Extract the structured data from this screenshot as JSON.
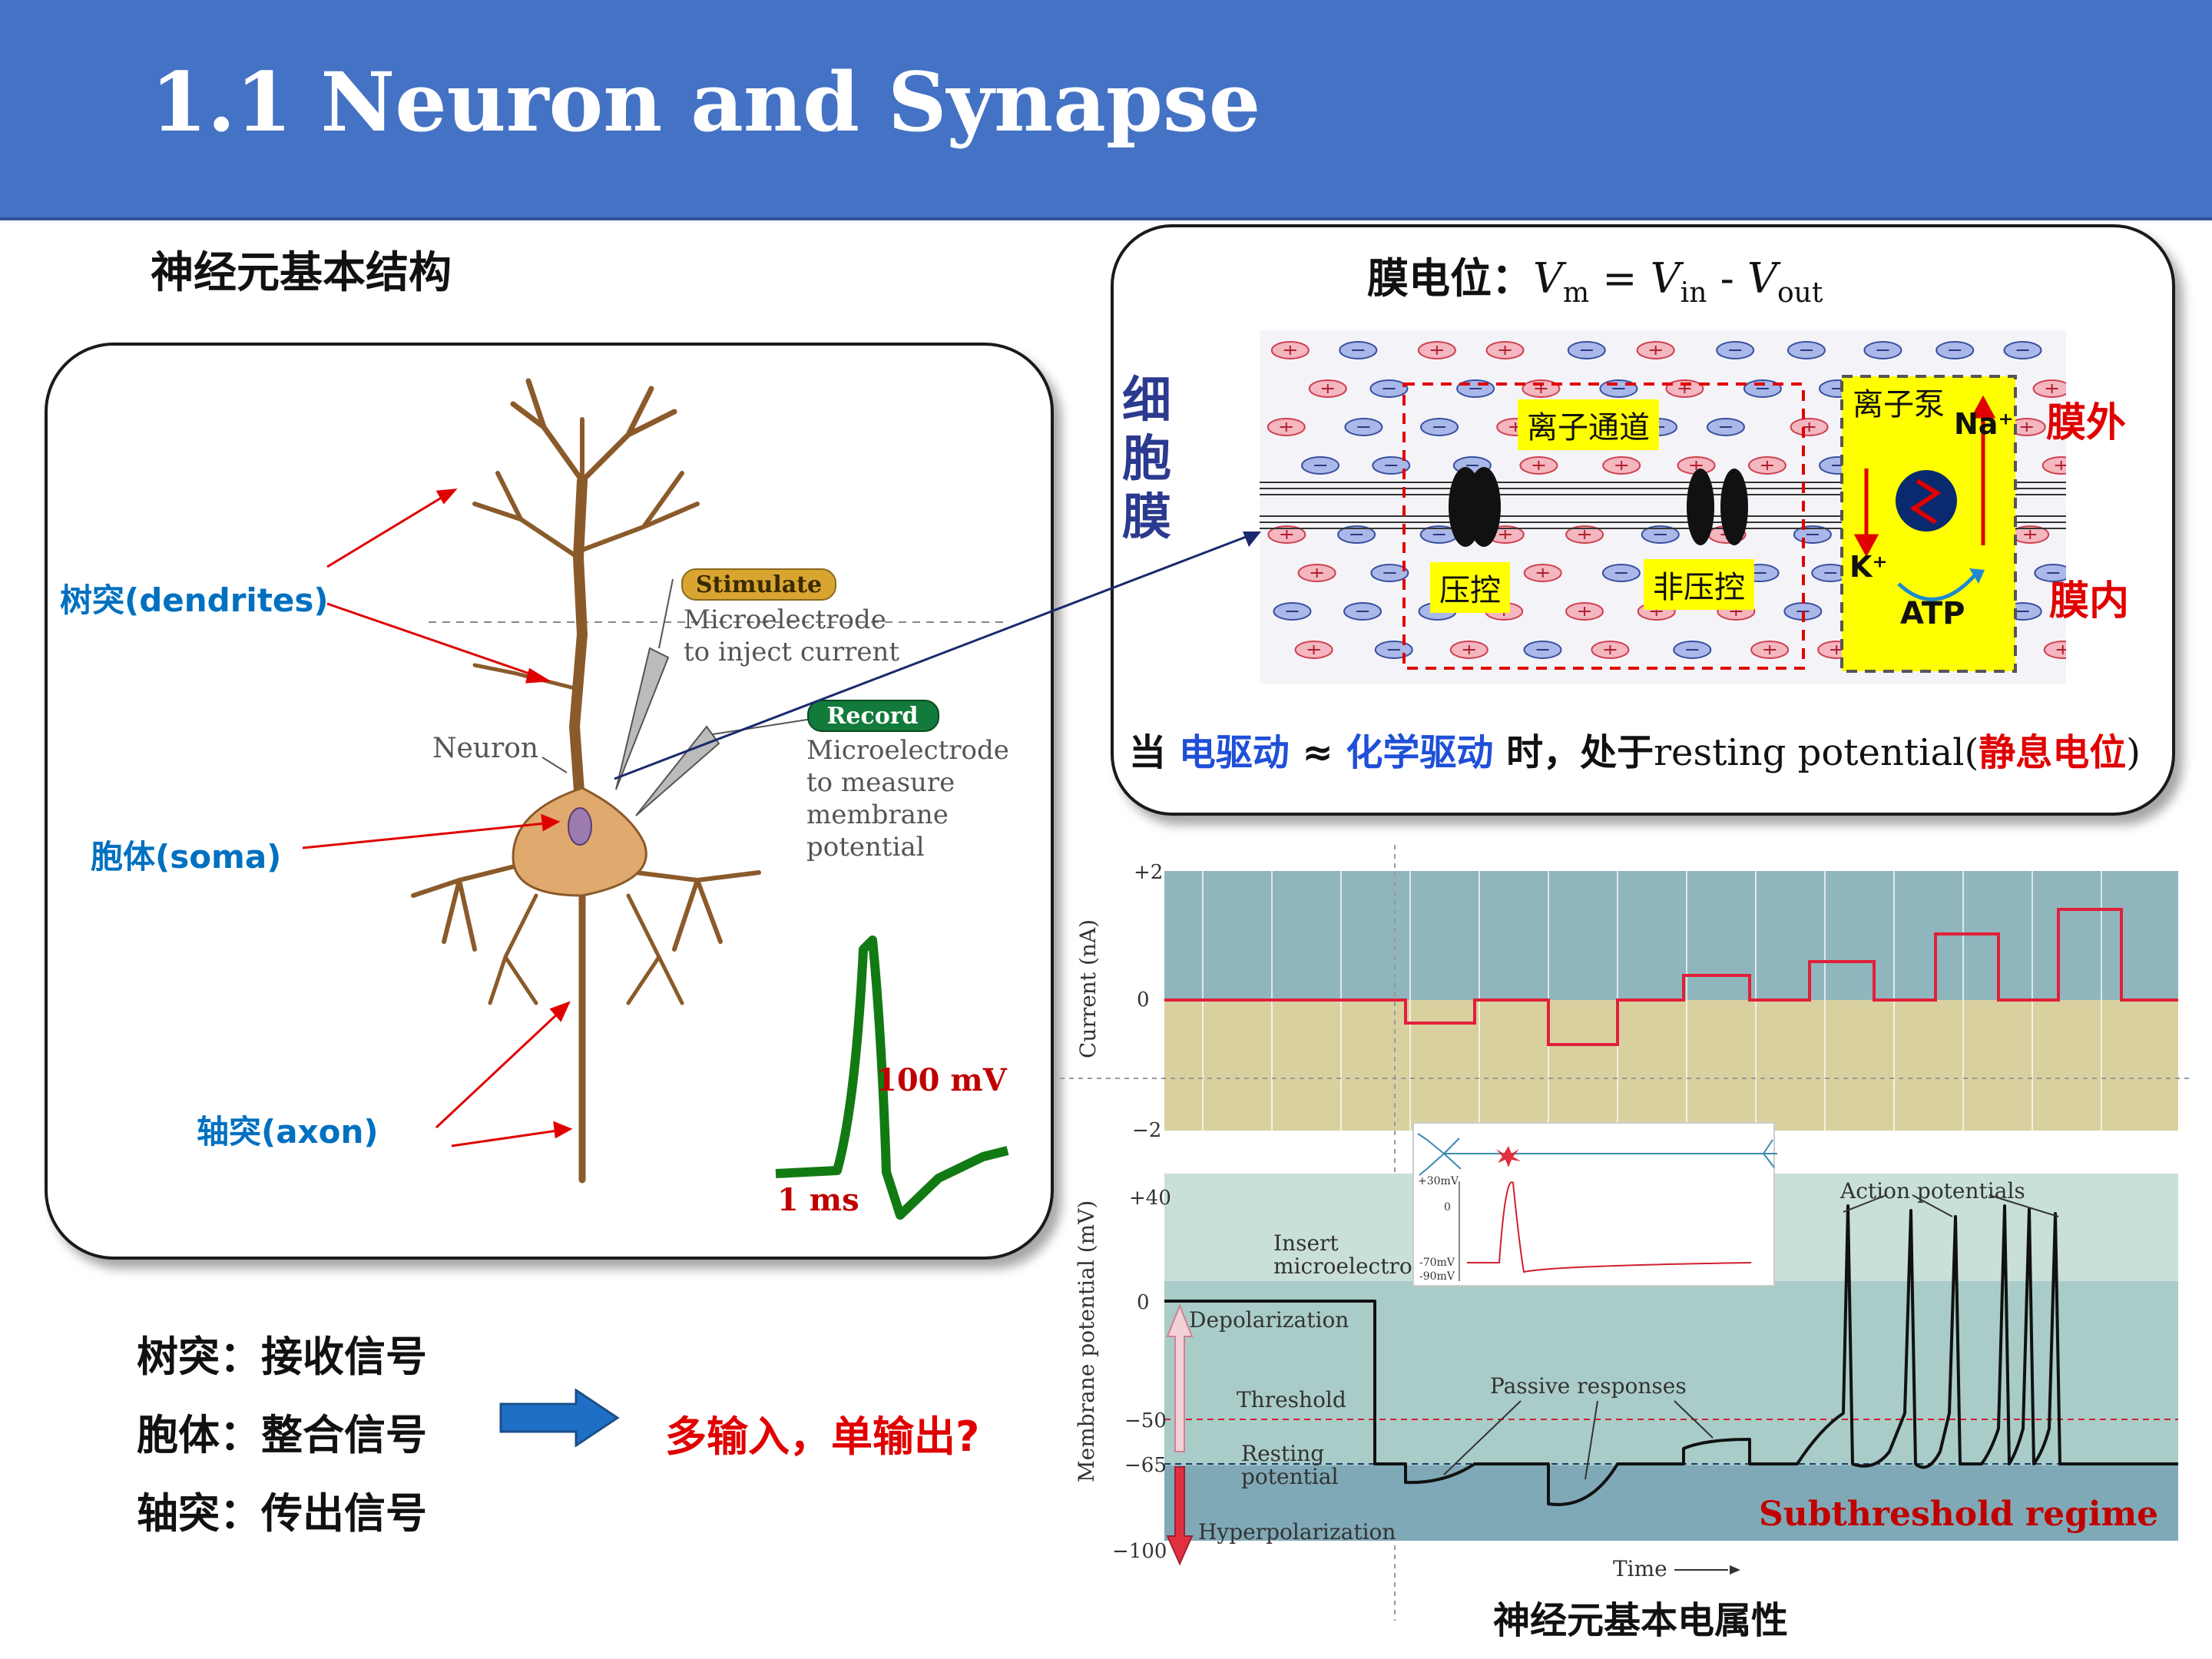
{
  "header": {
    "title": "1.1 Neuron and Synapse",
    "color": "#4472c4"
  },
  "left": {
    "section_title": "神经元基本结构",
    "labels": {
      "dendrites": "树突(dendrites)",
      "soma": "胞体(soma)",
      "axon": "轴突(axon)"
    },
    "figure": {
      "neuron": "Neuron",
      "stimulate_badge": "Stimulate",
      "stimulate_text": [
        "Microelectrode",
        "to inject current"
      ],
      "record_badge": "Record",
      "record_text": [
        "Microelectrode",
        "to measure",
        "membrane",
        "potential"
      ],
      "spike_amp": "100 mV",
      "spike_time": "1 ms"
    },
    "functions": [
      {
        "part": "树突",
        "role": "接收信号"
      },
      {
        "part": "胞体",
        "role": "整合信号"
      },
      {
        "part": "轴突",
        "role": "传出信号"
      }
    ],
    "sep": "：",
    "question": "多输入，单输出?"
  },
  "membrane": {
    "title_cn": "膜电位：",
    "vm": "V",
    "vm_sub": "m",
    "eq": " = ",
    "vin": "V",
    "vin_sub": "in",
    "minus": " - ",
    "vout": "V",
    "vout_sub": "out",
    "side_label": [
      "细",
      "胞",
      "膜"
    ],
    "ion_channel": "离子通道",
    "ion_pump": "离子泵",
    "na": "Na⁺",
    "k": "K⁺",
    "atp": "ATP",
    "voltage_gated": "压控",
    "non_voltage_gated": "非压控",
    "outside": "膜外",
    "inside": "膜内",
    "caption": {
      "p1": "当 ",
      "electric": "电驱动",
      "approx": " ≈ ",
      "chemical": "化学驱动",
      "p2": " 时，处于",
      "resting": "resting potential(",
      "resting_cn": "静息电位",
      "close": ")"
    }
  },
  "traces": {
    "current_ylabel": "Current (nA)",
    "current_ticks": [
      "+2",
      "0",
      "−2"
    ],
    "mp_ylabel": "Membrane potential (mV)",
    "mp_ticks": [
      "+40",
      "0",
      "−50",
      "−65",
      "−100"
    ],
    "insert": [
      "Insert",
      "microelectrode"
    ],
    "depolarization": "Depolarization",
    "hyperpolarization": "Hyperpolarization",
    "threshold": "Threshold",
    "resting": [
      "Resting",
      "potential"
    ],
    "passive": "Passive responses",
    "action": "Action potentials",
    "subthreshold": "Subthreshold regime",
    "time": "Time",
    "inset_ticks": [
      "+30mV",
      "0",
      "-70mV",
      "-90mV"
    ],
    "caption": "神经元基本电属性"
  }
}
